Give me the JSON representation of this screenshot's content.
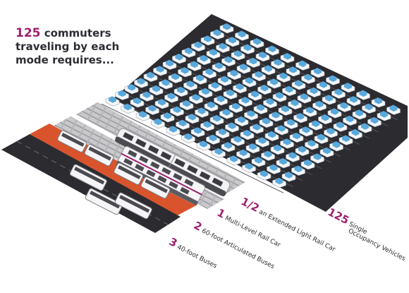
{
  "headline": {
    "number": "125",
    "text_1": " commuters",
    "text_2": "traveling by each",
    "text_3": "mode requires..."
  },
  "labels": [
    {
      "number": "3",
      "text": "40-foot Buses"
    },
    {
      "number": "2",
      "text": "60-foot Articulated Buses"
    },
    {
      "number": "1",
      "text": "Multi-Level Rail Car"
    },
    {
      "number": "1/2",
      "text": "an Extended Light Rail Car"
    },
    {
      "number": "125",
      "text_1": "Single",
      "text_2": "Occupancy Vehicles"
    }
  ],
  "colors": {
    "accent": "#9c1f6e",
    "lane_orange": "#d9542c",
    "car_blue": "#5aa9dc",
    "asphalt": "#2b2b30"
  },
  "icons": [
    "sedan-icon",
    "bus-icon",
    "articulated-bus-icon",
    "rail-car-icon",
    "light-rail-icon"
  ]
}
